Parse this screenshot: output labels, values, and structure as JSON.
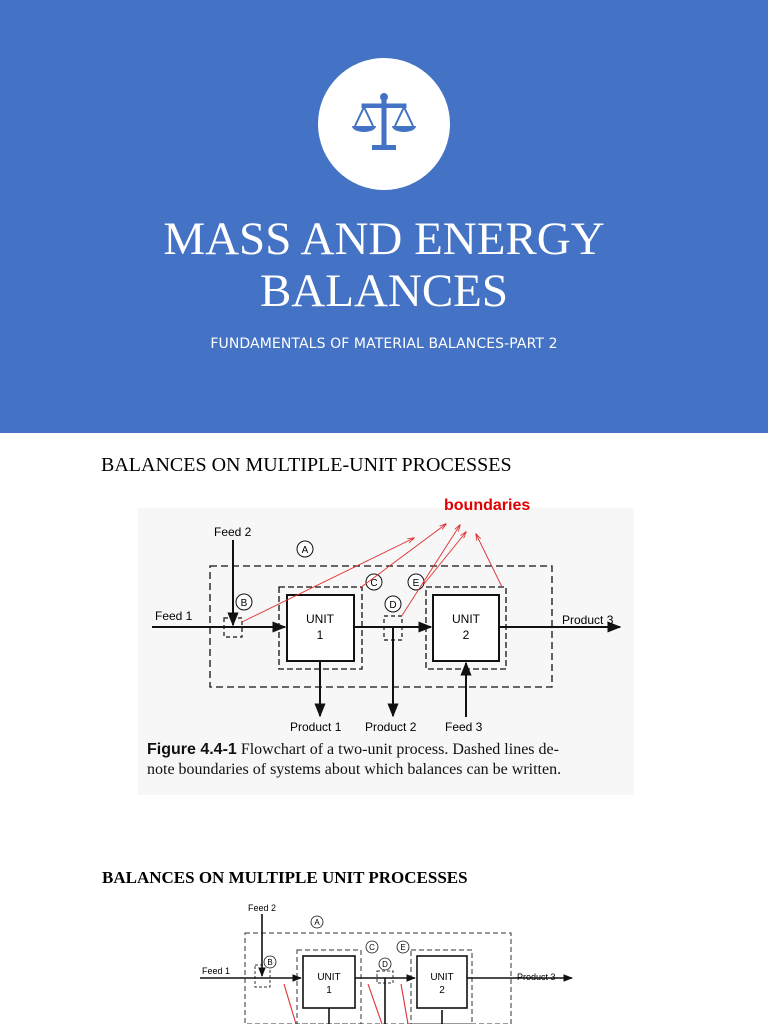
{
  "slide1": {
    "icon": "balance-scale-icon",
    "title_line1": "MASS AND ENERGY",
    "title_line2": "BALANCES",
    "subtitle": "FUNDAMENTALS OF MATERIAL BALANCES-PART 2",
    "colors": {
      "banner": "#4472c4",
      "text": "#ffffff"
    }
  },
  "slide2": {
    "heading": "BALANCES ON MULTIPLE-UNIT PROCESSES",
    "annotation": "boundaries",
    "figure": {
      "feed1": "Feed 1",
      "feed2": "Feed 2",
      "feed3": "Feed 3",
      "product1": "Product 1",
      "product2": "Product 2",
      "product3": "Product 3",
      "unit1_line1": "UNIT",
      "unit1_line2": "1",
      "unit2_line1": "UNIT",
      "unit2_line2": "2",
      "markers": [
        "A",
        "B",
        "C",
        "D",
        "E"
      ]
    },
    "caption_label": "Figure 4.4-1",
    "caption_text": "Flowchart of a two-unit process. Dashed lines de-",
    "caption_text2": "note boundaries of systems about which balances can be written.",
    "colors": {
      "annotation": "#e00000"
    }
  },
  "slide3": {
    "heading": "BALANCES ON MULTIPLE UNIT PROCESSES",
    "figure": {
      "feed1": "Feed 1",
      "feed2": "Feed 2",
      "product3": "Product 3",
      "unit1_line1": "UNIT",
      "unit1_line2": "1",
      "unit2_line1": "UNIT",
      "unit2_line2": "2",
      "markers": [
        "A",
        "B",
        "C",
        "D",
        "E"
      ]
    }
  }
}
